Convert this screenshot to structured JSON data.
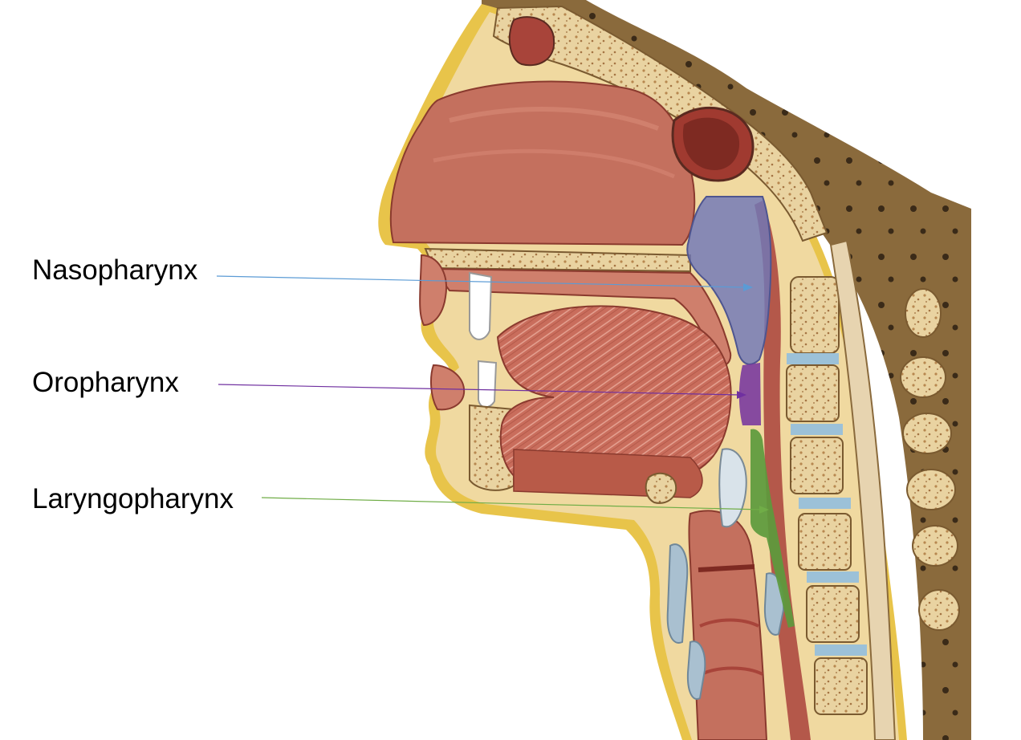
{
  "labels": {
    "nasopharynx": "Nasopharynx",
    "oropharynx": "Oropharynx",
    "laryngopharynx": "Laryngopharynx"
  },
  "colors": {
    "nasopharynx": "#6f78b8",
    "oropharynx": "#7a3a9e",
    "laryngopharynx": "#5c9a3c",
    "arrow_nasopharynx": "#5b9bd5",
    "arrow_oropharynx": "#7030a0",
    "arrow_laryngopharynx": "#70ad47"
  }
}
